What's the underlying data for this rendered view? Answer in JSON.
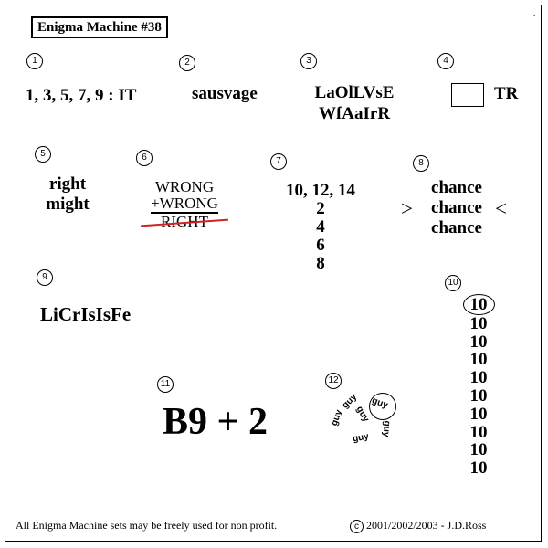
{
  "title": "Enigma Machine #38",
  "puzzles": [
    {
      "number": "1",
      "lines": [
        "1, 3, 5, 7, 9 : IT"
      ]
    },
    {
      "number": "2",
      "lines": [
        "sausvage"
      ]
    },
    {
      "number": "3",
      "lines": [
        "LaOlLVsE",
        "WfAaIrR"
      ]
    },
    {
      "number": "4",
      "lines": [
        "TR"
      ]
    },
    {
      "number": "5",
      "lines": [
        "right",
        "might"
      ]
    },
    {
      "number": "6",
      "lines": [
        "WRONG",
        "+WRONG",
        "RIGHT"
      ]
    },
    {
      "number": "7",
      "lines": [
        "10, 12, 14",
        "2",
        "4",
        "6",
        "8"
      ]
    },
    {
      "number": "8",
      "lines": [
        "chance",
        "chance",
        "chance"
      ],
      "left_mark": ">",
      "right_mark": "<"
    },
    {
      "number": "9",
      "lines": [
        "LiCrIsIsFe"
      ]
    },
    {
      "number": "10",
      "lines": [
        "10",
        "10",
        "10",
        "10",
        "10",
        "10",
        "10",
        "10",
        "10",
        "10"
      ]
    },
    {
      "number": "11",
      "lines": [
        "B9 + 2"
      ]
    },
    {
      "number": "12",
      "word": "guy"
    }
  ],
  "footer": {
    "notice": "All Enigma Machine sets may be freely used for non profit.",
    "copyright_symbol": "c",
    "copyright": "2001/2002/2003 - J.D.Ross"
  },
  "colors": {
    "strike": "#d22222"
  }
}
